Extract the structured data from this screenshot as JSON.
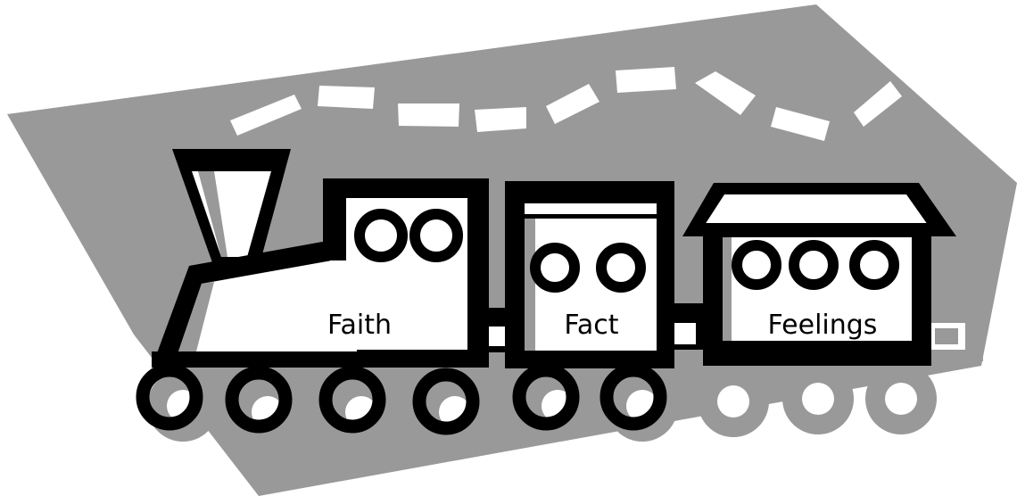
{
  "illustration": {
    "cars": [
      {
        "label": "Faith"
      },
      {
        "label": "Fact"
      },
      {
        "label": "Feelings"
      }
    ]
  },
  "colors": {
    "background": "#ffffff",
    "shadow": "#999999",
    "ink": "#000000",
    "fill": "#ffffff"
  }
}
